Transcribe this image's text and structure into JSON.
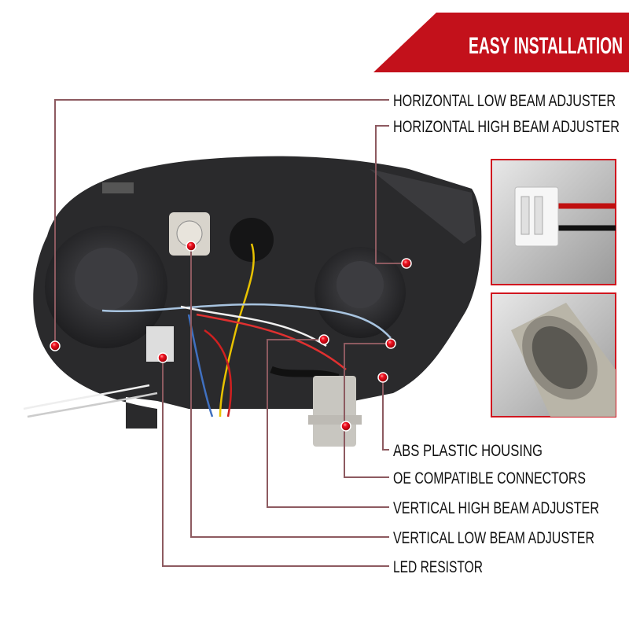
{
  "banner": {
    "title": "EASY INSTALLATION",
    "color": "#c3111b"
  },
  "callouts": [
    {
      "label": "HORIZONTAL LOW BEAM ADJUSTER"
    },
    {
      "label": "HORIZONTAL HIGH BEAM ADJUSTER"
    },
    {
      "label": "ABS PLASTIC HOUSING"
    },
    {
      "label": "OE COMPATIBLE CONNECTORS"
    },
    {
      "label": "VERTICAL HIGH BEAM ADJUSTER"
    },
    {
      "label": "VERTICAL LOW BEAM ADJUSTER"
    },
    {
      "label": "LED RESISTOR"
    }
  ],
  "insets": [
    {
      "name": "plug-connector-detail",
      "border_color": "#d0161f"
    },
    {
      "name": "socket-connector-detail",
      "border_color": "#d0161f"
    }
  ],
  "colors": {
    "marker": "#e0101a",
    "leader": "#8d5a60",
    "housing": "#2a2a2c"
  }
}
